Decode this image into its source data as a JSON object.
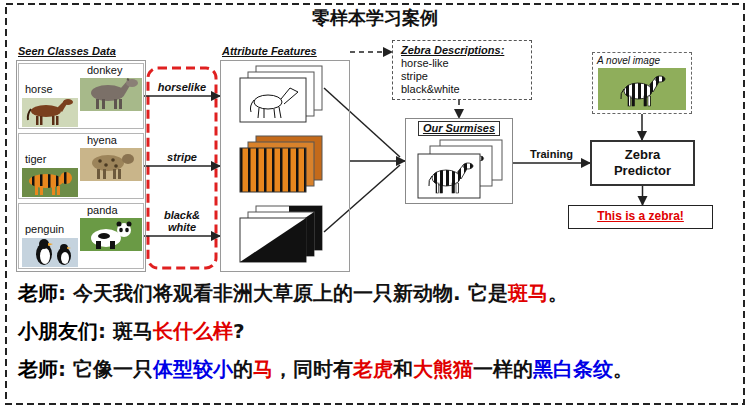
{
  "diagram": {
    "title": "零样本学习案例",
    "nodes": [
      {
        "text": [
          "Seen Classes Data"
        ]
      },
      {
        "text": [
          "horse",
          "donkey"
        ],
        "in": 0
      },
      {
        "text": [
          "tiger",
          "hyena"
        ],
        "in": 0
      },
      {
        "text": [
          "penguin",
          "panda"
        ],
        "in": 0
      },
      {
        "text": [
          "Attribute Features"
        ]
      },
      {
        "text": [
          "Zebra Descriptions:",
          "horse-like",
          "stripe",
          "black&white"
        ]
      },
      {
        "text": [
          "A novel image"
        ]
      },
      {
        "text": [
          "Our Surmises"
        ]
      },
      {
        "text": [
          "Zebra Predictor"
        ]
      },
      {
        "text": [
          "This is a zebra!"
        ]
      }
    ],
    "edges": [
      {
        "from": 1,
        "to": 4,
        "label": "horselike",
        "arrow": "to"
      },
      {
        "from": 2,
        "to": 4,
        "label": "stripe",
        "arrow": "to"
      },
      {
        "from": 3,
        "to": 4,
        "label": "black& white",
        "arrow": "to"
      },
      {
        "from": 4,
        "to": 5,
        "arrow": "to"
      },
      {
        "from": 5,
        "to": 7,
        "arrow": "to"
      },
      {
        "from": 4,
        "to": 7,
        "arrow": "to"
      },
      {
        "from": 7,
        "to": 8,
        "label": "Training",
        "arrow": "to"
      },
      {
        "from": 6,
        "to": 8,
        "arrow": "to"
      },
      {
        "from": 8,
        "to": 9,
        "arrow": "to"
      }
    ],
    "labels": [
      "老师",
      ": 今天我们将观看非洲大草原上的一只新动物. 它是",
      "斑马",
      "。",
      "小朋友们",
      ": 斑马",
      "长什么样",
      "?",
      "老师",
      ": 它像一只",
      "体型较小",
      "的",
      "马",
      "，同时有",
      "老虎",
      "和",
      "大熊猫",
      "一样的",
      "黑白条纹",
      "。"
    ]
  }
}
